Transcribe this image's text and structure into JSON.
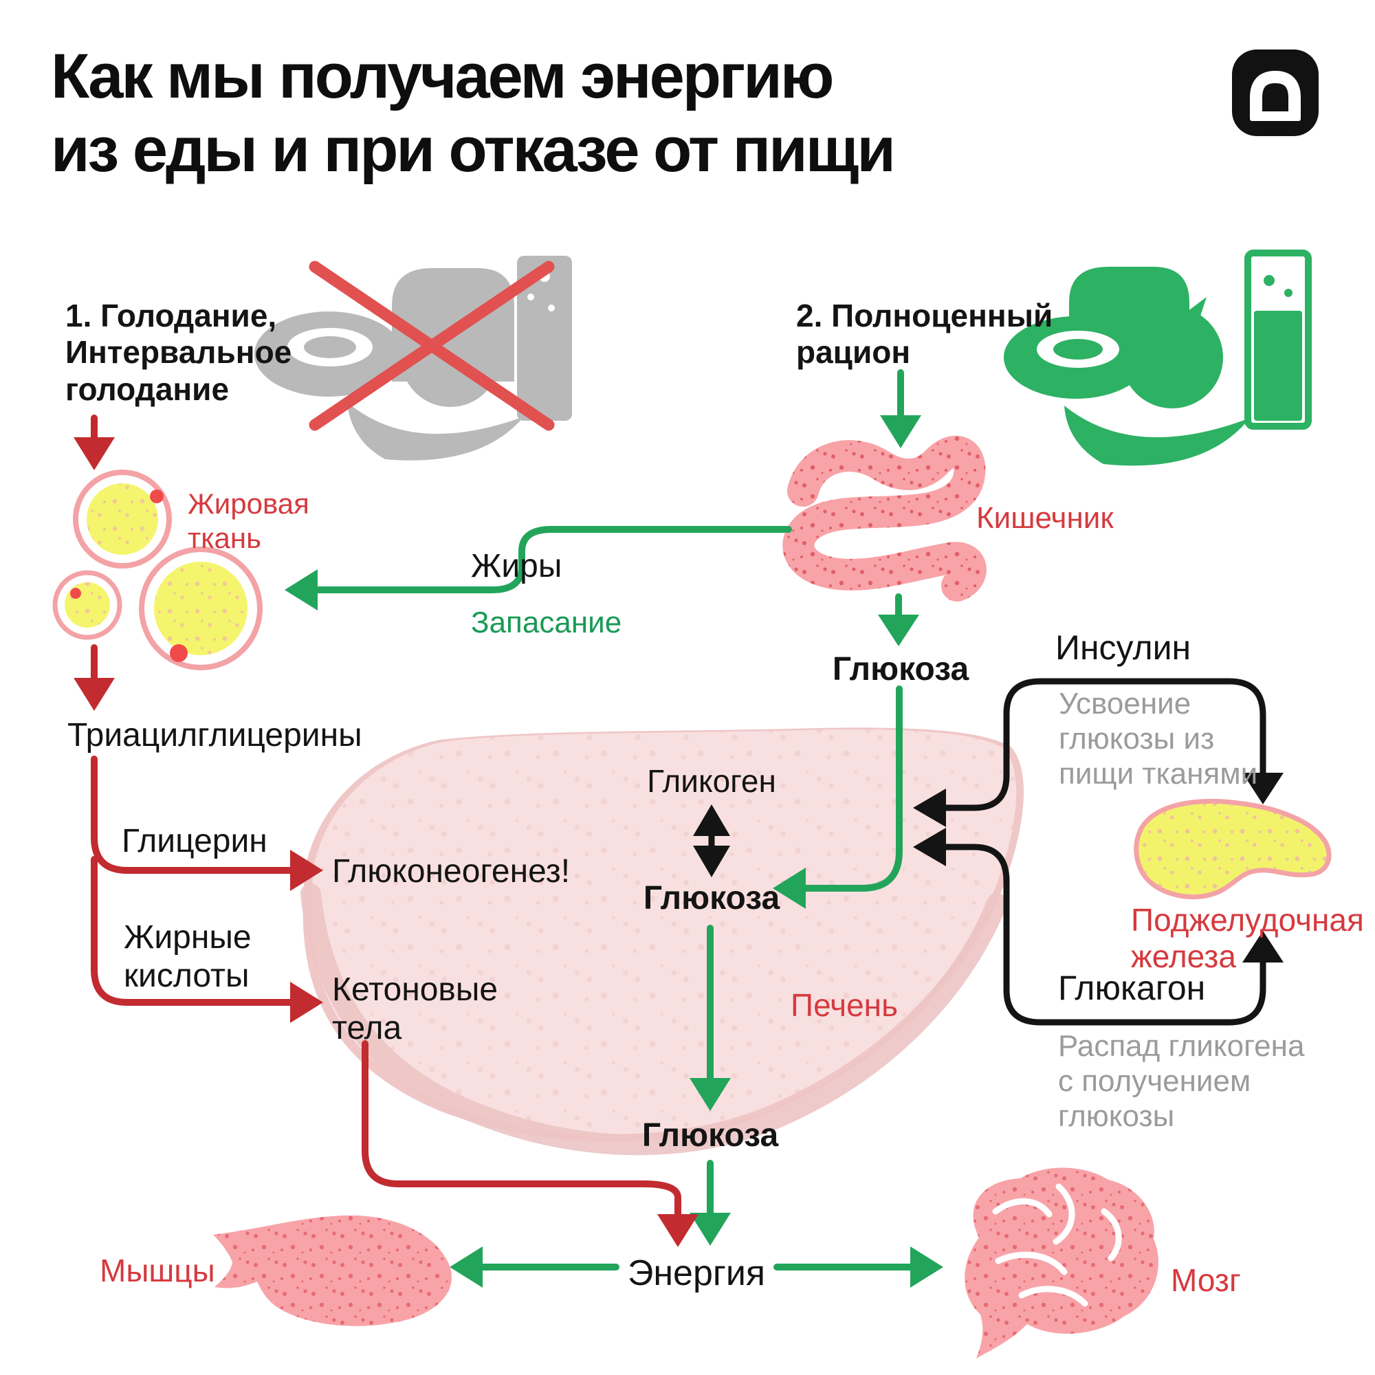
{
  "labels": {
    "title": "Как мы получаем энергию\nиз еды и при отказе от пищи",
    "fasting": "1. Голодание,\nИнтервальное\nголодание",
    "full_diet": "2. Полноценный\nрацион",
    "fat_tissue": "Жировая\nткань",
    "fats": "Жиры",
    "storage": "Запасание",
    "intestine": "Кишечник",
    "glucose_top": "Глюкоза",
    "triacylglycerols": "Триацилглицерины",
    "glycerol": "Глицерин",
    "fatty_acids": "Жирные\nкислоты",
    "gluconeogenesis": "Глюконеогенез!",
    "glycogen": "Гликоген",
    "glucose_liver": "Глюкоза",
    "ketone_bodies": "Кетоновые\nтела",
    "liver": "Печень",
    "insulin": "Инсулин",
    "insulin_note": "Усвоение\nглюкозы из\nпищи тканями",
    "pancreas": "Поджелудочная\nжелеза",
    "glucagon": "Глюкагон",
    "glucagon_note": "Распад гликогена\nс получением\nглюкозы",
    "glucose_bottom": "Глюкоза",
    "energy": "Энергия",
    "muscles": "Мышцы",
    "brain": "Мозг"
  },
  "colors": {
    "green_line": "#22a55b",
    "green_icon": "#2db163",
    "green_text": "#189a54",
    "red_line": "#c22b2f",
    "red_text": "#d53a3f",
    "red_cross": "#e15150",
    "organ_pink": "#f8a3a8",
    "organ_speckle": "#cf2731",
    "liver_fill": "#f9e0e0",
    "liver_rim": "#efc7c7",
    "fat_yellow": "#f5f56d",
    "gray_text": "#9b9b9b",
    "gray_icon": "#b9b9b9",
    "black": "#141414"
  }
}
